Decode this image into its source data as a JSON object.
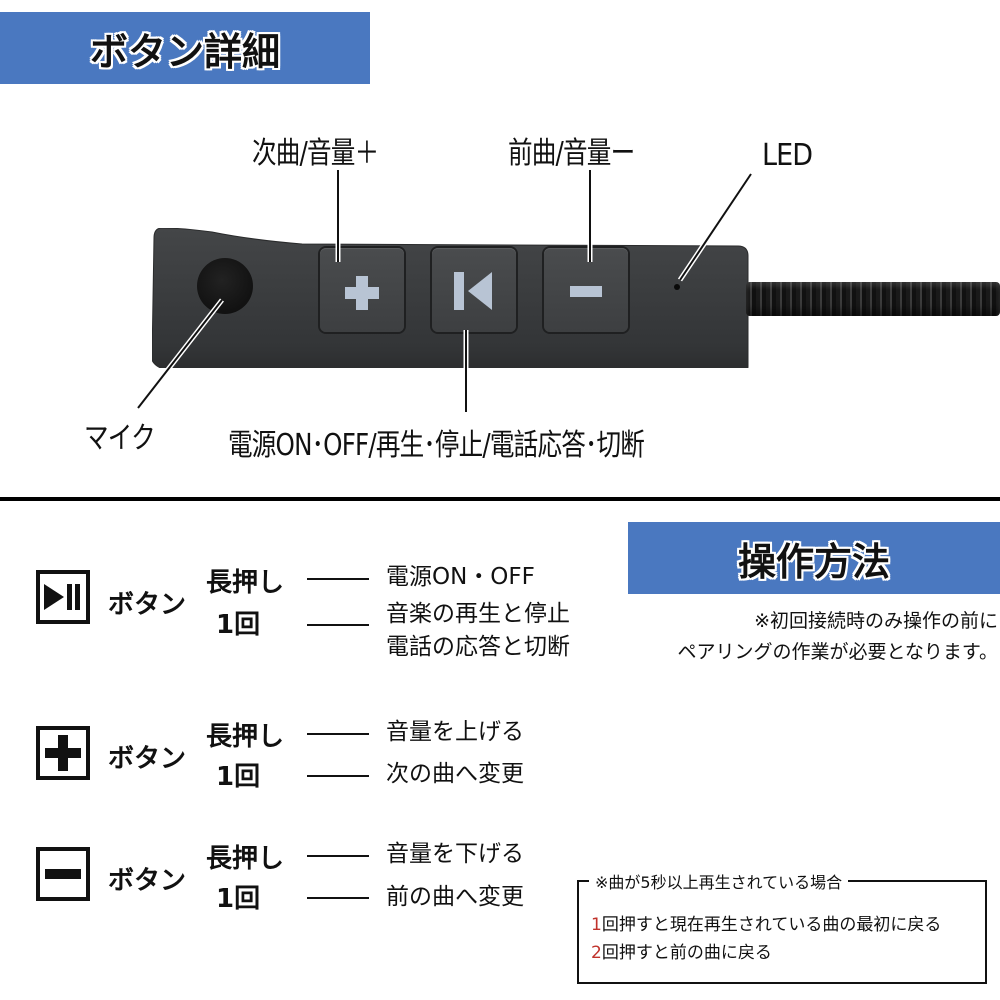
{
  "header": {
    "title": "ボタン詳細",
    "banner_color": "#4a78c0"
  },
  "device_diagram": {
    "callouts": {
      "next_volume_up": "次曲/音量＋",
      "prev_volume_down": "前曲/音量ー",
      "led": "LED",
      "mic": "マイク",
      "power_play": "電源ON･OFF/再生･停止/電話応答･切断"
    },
    "keys": [
      {
        "name": "plus",
        "glyph": "+"
      },
      {
        "name": "play-pause",
        "glyph": "▮◀"
      },
      {
        "name": "minus",
        "glyph": "−"
      }
    ],
    "key_glyph_color": "#b8c4d4",
    "body_color": "#3a3c3e"
  },
  "operation": {
    "title": "操作方法",
    "note_line1": "※初回接続時のみ操作の前に",
    "note_line2": "ペアリングの作業が必要となります。",
    "buttons": [
      {
        "icon": "play-pause",
        "label": "ボタン",
        "long_press": "長押し",
        "long_press_action": "電源ON・OFF",
        "single_press": "1回",
        "single_press_action_line1": "音楽の再生と停止",
        "single_press_action_line2": "電話の応答と切断"
      },
      {
        "icon": "plus",
        "label": "ボタン",
        "long_press": "長押し",
        "long_press_action": "音量を上げる",
        "single_press": "1回",
        "single_press_action_line1": "次の曲へ変更"
      },
      {
        "icon": "minus",
        "label": "ボタン",
        "long_press": "長押し",
        "long_press_action": "音量を下げる",
        "single_press": "1回",
        "single_press_action_line1": "前の曲へ変更"
      }
    ],
    "info_box": {
      "title": "※曲が5秒以上再生されている場合",
      "line1_num": "1",
      "line1_text": "回押すと現在再生されている曲の最初に戻る",
      "line2_num": "2",
      "line2_text": "回押すと前の曲に戻る",
      "number_color": "#c0322b"
    }
  }
}
